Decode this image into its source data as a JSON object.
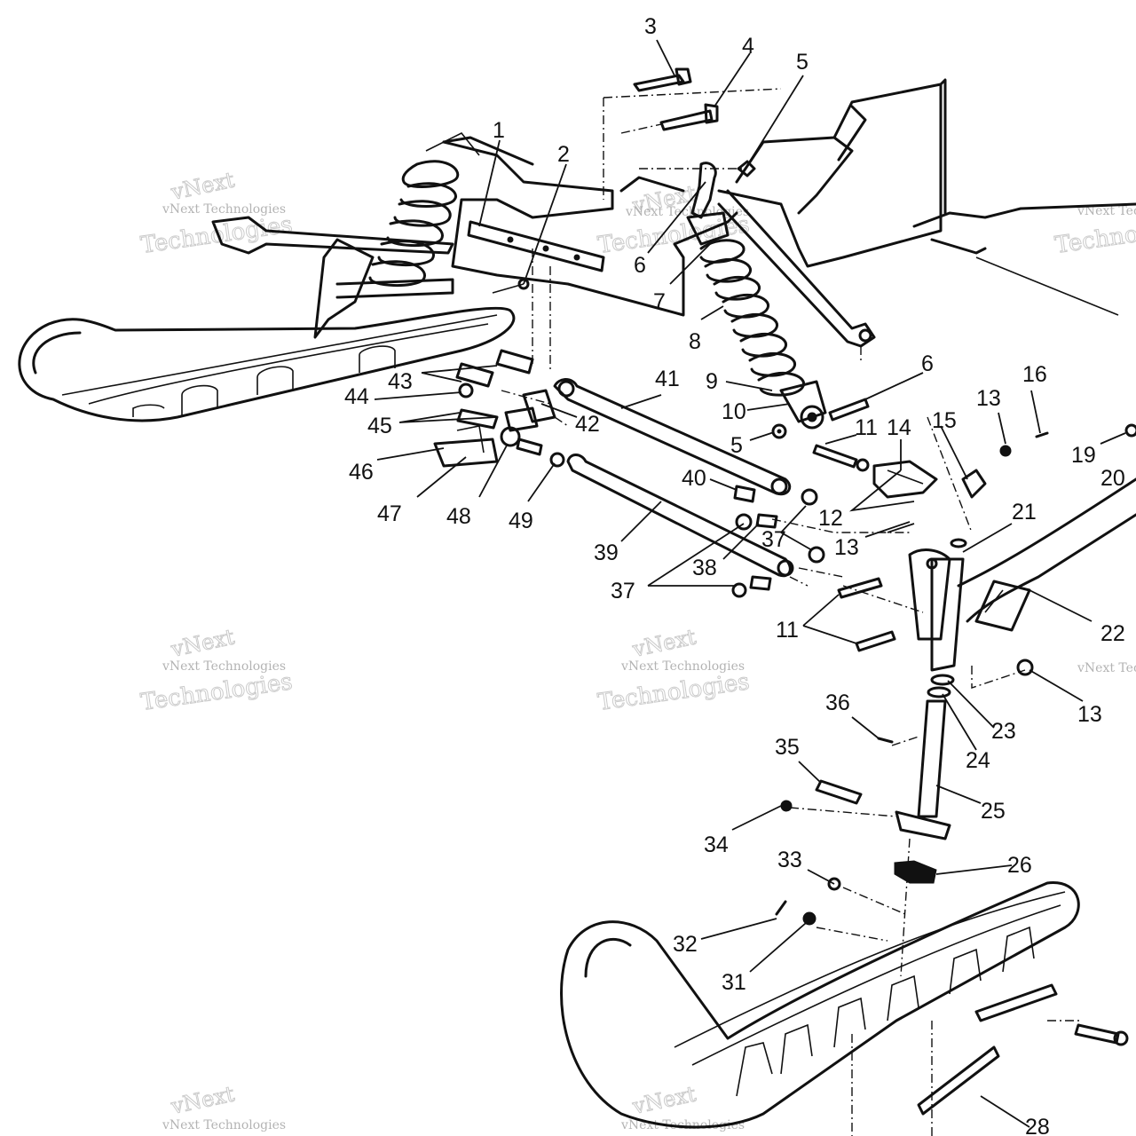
{
  "callouts": [
    {
      "id": "c1",
      "text": "1"
    },
    {
      "id": "c2",
      "text": "2"
    },
    {
      "id": "c3",
      "text": "3"
    },
    {
      "id": "c4",
      "text": "4"
    },
    {
      "id": "c5a",
      "text": "5"
    },
    {
      "id": "c6a",
      "text": "6"
    },
    {
      "id": "c7",
      "text": "7"
    },
    {
      "id": "c8",
      "text": "8"
    },
    {
      "id": "c6b",
      "text": "6"
    },
    {
      "id": "c9",
      "text": "9"
    },
    {
      "id": "c10",
      "text": "10"
    },
    {
      "id": "c5b",
      "text": "5"
    },
    {
      "id": "c11a",
      "text": "11"
    },
    {
      "id": "c14",
      "text": "14"
    },
    {
      "id": "c15",
      "text": "15"
    },
    {
      "id": "c13a",
      "text": "13"
    },
    {
      "id": "c16",
      "text": "16"
    },
    {
      "id": "c19",
      "text": "19"
    },
    {
      "id": "c20",
      "text": "20"
    },
    {
      "id": "c21",
      "text": "21"
    },
    {
      "id": "c22",
      "text": "22"
    },
    {
      "id": "c12",
      "text": "12"
    },
    {
      "id": "c13b",
      "text": "13"
    },
    {
      "id": "c11b",
      "text": "11"
    },
    {
      "id": "c13c",
      "text": "13"
    },
    {
      "id": "c23",
      "text": "23"
    },
    {
      "id": "c24",
      "text": "24"
    },
    {
      "id": "c25",
      "text": "25"
    },
    {
      "id": "c26",
      "text": "26"
    },
    {
      "id": "c36",
      "text": "36"
    },
    {
      "id": "c35",
      "text": "35"
    },
    {
      "id": "c34",
      "text": "34"
    },
    {
      "id": "c33",
      "text": "33"
    },
    {
      "id": "c32",
      "text": "32"
    },
    {
      "id": "c31",
      "text": "31"
    },
    {
      "id": "c28",
      "text": "28"
    },
    {
      "id": "c43",
      "text": "43"
    },
    {
      "id": "c44",
      "text": "44"
    },
    {
      "id": "c45",
      "text": "45"
    },
    {
      "id": "c46",
      "text": "46"
    },
    {
      "id": "c47",
      "text": "47"
    },
    {
      "id": "c48",
      "text": "48"
    },
    {
      "id": "c49",
      "text": "49"
    },
    {
      "id": "c41",
      "text": "41"
    },
    {
      "id": "c42",
      "text": "42"
    },
    {
      "id": "c40",
      "text": "40"
    },
    {
      "id": "c39",
      "text": "39"
    },
    {
      "id": "c38",
      "text": "38"
    },
    {
      "id": "c37a",
      "text": "37"
    },
    {
      "id": "c37b",
      "text": "37"
    }
  ],
  "watermark": {
    "brand": "vNext",
    "line": "vNext Technologies",
    "word": "Technologies"
  }
}
